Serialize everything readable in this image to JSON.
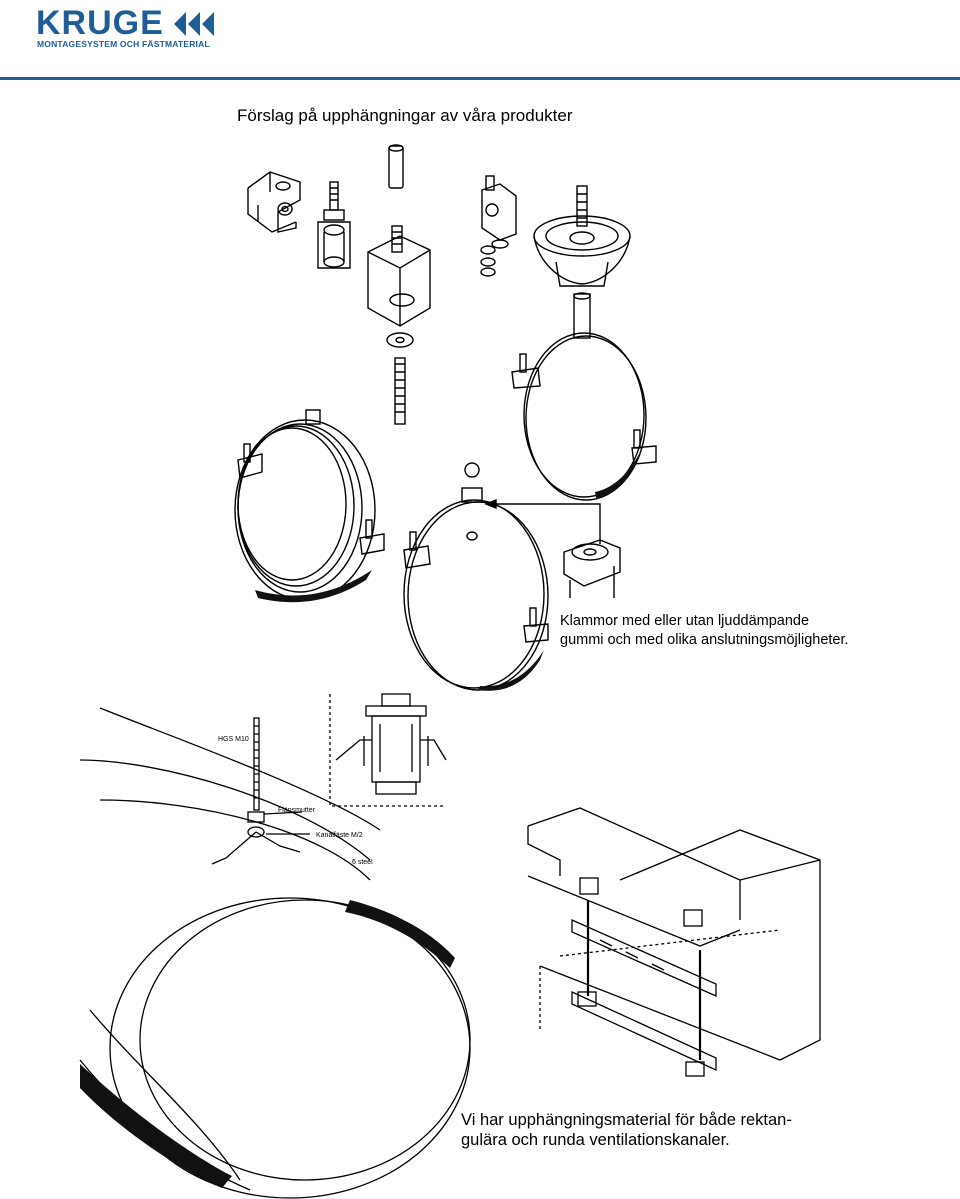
{
  "header": {
    "brand": "KRUGE",
    "tagline": "MONTAGESYSTEM OCH FÄSTMATERIAL",
    "brand_color": "#1f5d96"
  },
  "page": {
    "title": "Förslag på upphängningar  av våra produkter"
  },
  "figure_top": {
    "caption_line1": "Klammor med eller utan ljuddämpande",
    "caption_line2": "gummi och med olika anslutningsmöjligheter."
  },
  "figure_duct": {
    "label_rod": "HGS M10",
    "label_nut": "Flänsmutter",
    "label_bracket": "Kanalfäste M/2",
    "label_steel": "6 steel"
  },
  "figure_bottom": {
    "caption_line1": "Vi har upphängningsmaterial för både rektan-",
    "caption_line2": "gulära och runda ventilationskanaler."
  }
}
